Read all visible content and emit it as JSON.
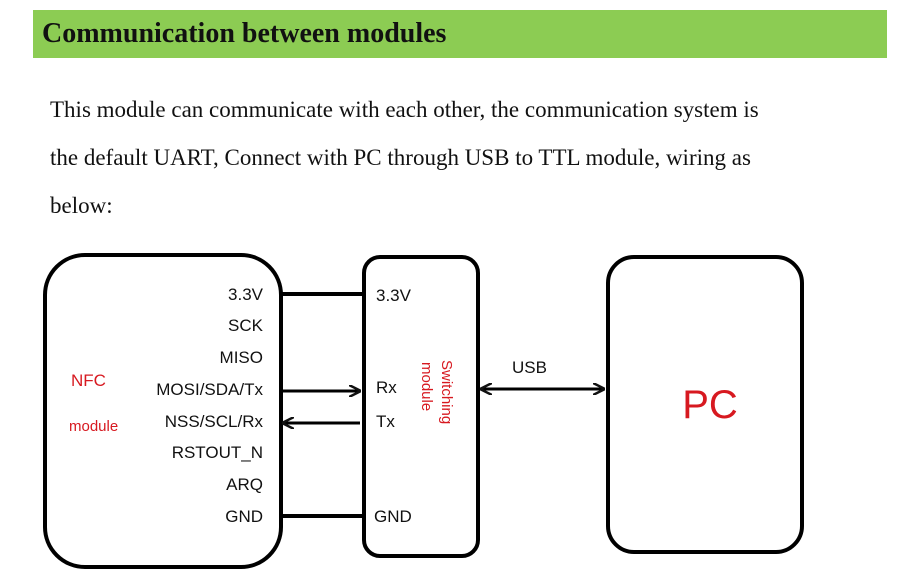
{
  "header": {
    "title": "Communication between modules",
    "bg_color": "#8ccc53"
  },
  "intro": {
    "lines": [
      "This module can communicate with each other, the communication system is",
      "the default UART, Connect with PC through USB to TTL module, wiring as",
      "below:"
    ]
  },
  "diagram": {
    "nfc": {
      "label_1": "NFC",
      "label_2": "module",
      "pins": [
        "3.3V",
        "SCK",
        "MISO",
        "MOSI/SDA/Tx",
        "NSS/SCL/Rx",
        "RSTOUT_N",
        "ARQ",
        "GND"
      ]
    },
    "switch": {
      "label_1": "Switching",
      "label_2": "module",
      "pins": [
        "3.3V",
        "Rx",
        "Tx",
        "GND"
      ]
    },
    "link_label": "USB",
    "pc": {
      "label": "PC"
    },
    "accent_color": "#d71920"
  }
}
